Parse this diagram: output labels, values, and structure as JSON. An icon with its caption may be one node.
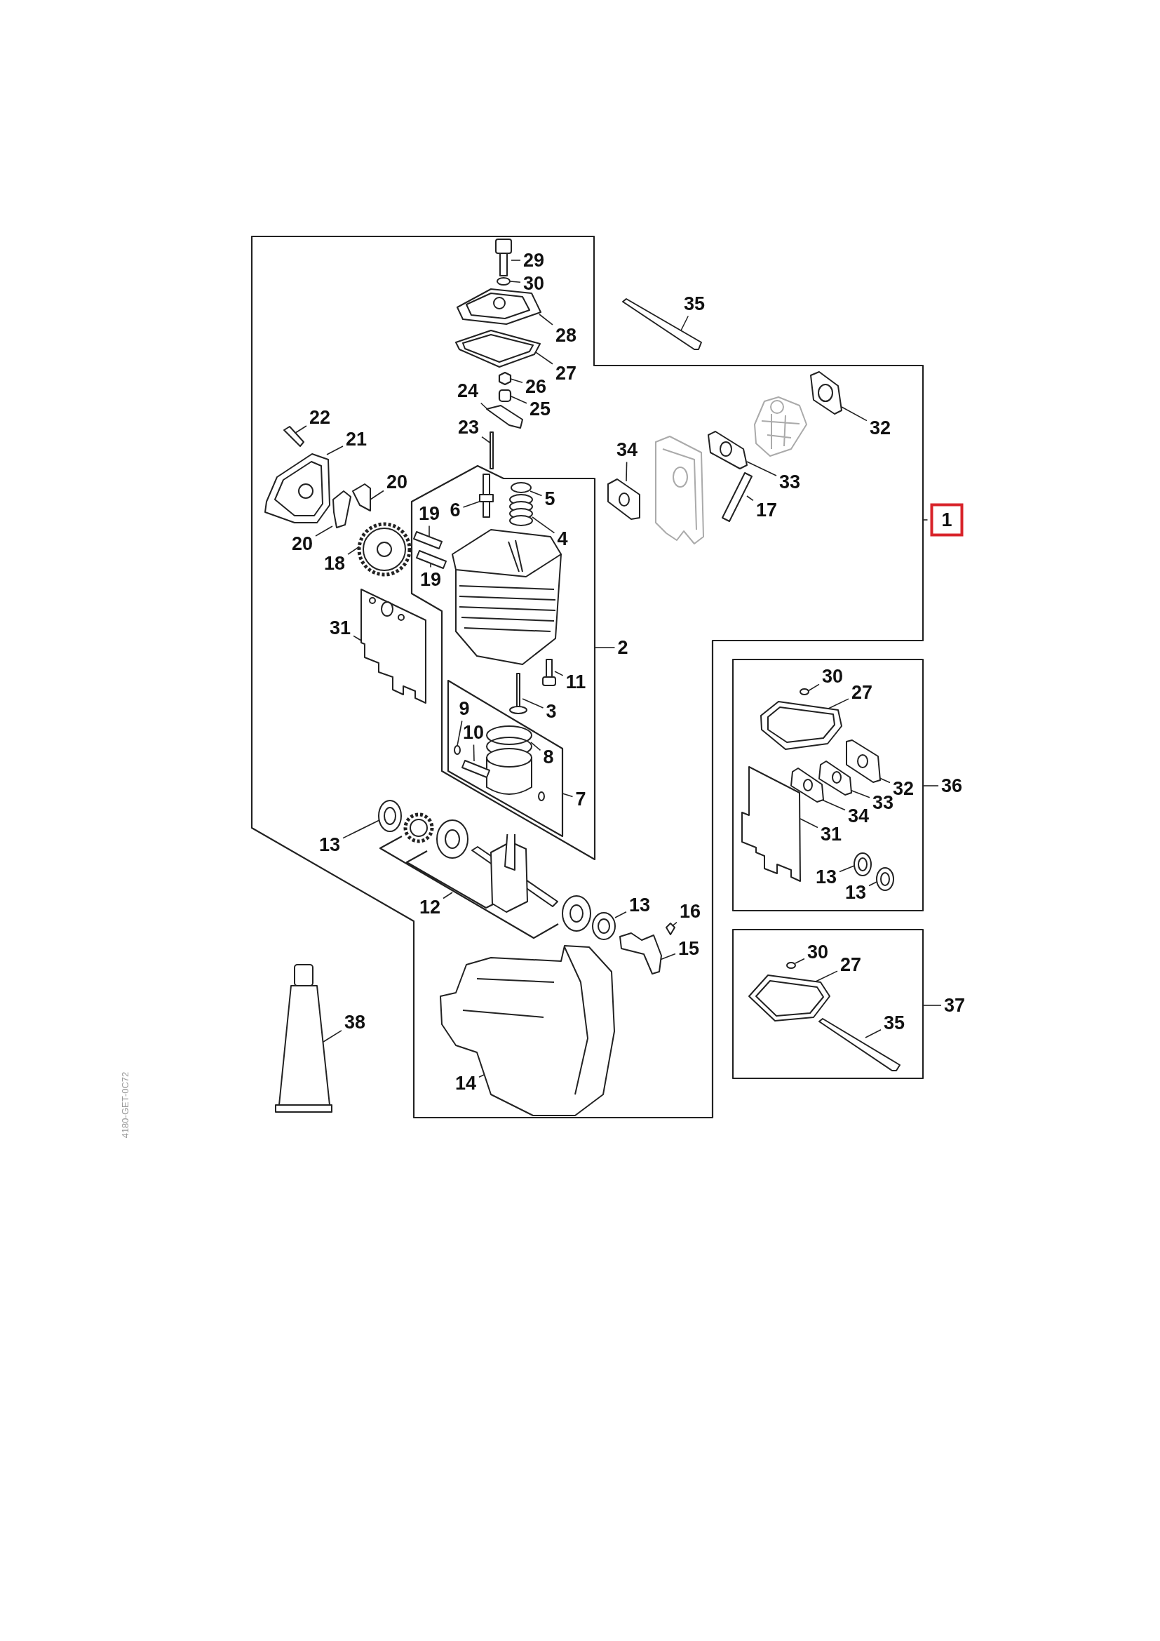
{
  "diagram": {
    "nodes": [
      {
        "text": [],
        "shape": "frame"
      },
      {
        "text": [],
        "shape": "frame",
        "in": 0
      },
      {
        "text": [],
        "shape": "frame",
        "in": 1
      },
      {
        "text": [],
        "shape": "bracket",
        "in": 0
      },
      {
        "text": [],
        "shape": "box"
      },
      {
        "text": [],
        "shape": "box"
      },
      {
        "text": [
          "29"
        ],
        "in": 0
      },
      {
        "text": [
          "30"
        ],
        "in": 0
      },
      {
        "text": [
          "35"
        ]
      },
      {
        "text": [
          "28"
        ],
        "in": 0
      },
      {
        "text": [
          "27"
        ],
        "in": 0
      },
      {
        "text": [
          "26"
        ],
        "in": 0
      },
      {
        "text": [
          "24"
        ],
        "in": 0
      },
      {
        "text": [
          "25"
        ],
        "in": 0
      },
      {
        "text": [
          "22"
        ],
        "in": 0
      },
      {
        "text": [
          "23"
        ],
        "in": 0
      },
      {
        "text": [
          "32"
        ],
        "in": 0
      },
      {
        "text": [
          "21"
        ],
        "in": 0
      },
      {
        "text": [
          "34"
        ],
        "in": 0
      },
      {
        "text": [
          "20"
        ],
        "in": 0
      },
      {
        "text": [
          "33"
        ],
        "in": 0
      },
      {
        "text": [
          "5"
        ],
        "in": 1
      },
      {
        "text": [
          "6"
        ],
        "in": 1
      },
      {
        "text": [
          "17"
        ],
        "in": 0
      },
      {
        "text": [
          "19"
        ],
        "in": 1
      },
      {
        "text": [
          "1"
        ]
      },
      {
        "text": [
          "4"
        ],
        "in": 1
      },
      {
        "text": [
          "20"
        ],
        "in": 0
      },
      {
        "text": [
          "18"
        ],
        "in": 0
      },
      {
        "text": [
          "19"
        ],
        "in": 1
      },
      {
        "text": [
          "31"
        ],
        "in": 0
      },
      {
        "text": [
          "2"
        ],
        "in": 0
      },
      {
        "text": [
          "30"
        ],
        "in": 4
      },
      {
        "text": [
          "11"
        ],
        "in": 1
      },
      {
        "text": [
          "27"
        ],
        "in": 4
      },
      {
        "text": [
          "9"
        ],
        "in": 2
      },
      {
        "text": [
          "3"
        ],
        "in": 1
      },
      {
        "text": [
          "10"
        ],
        "in": 2
      },
      {
        "text": [
          "8"
        ],
        "in": 2
      },
      {
        "text": [
          "36"
        ]
      },
      {
        "text": [
          "32"
        ],
        "in": 4
      },
      {
        "text": [
          "33"
        ],
        "in": 4
      },
      {
        "text": [
          "34"
        ],
        "in": 4
      },
      {
        "text": [
          "7"
        ],
        "in": 1
      },
      {
        "text": [
          "31"
        ],
        "in": 4
      },
      {
        "text": [
          "13"
        ],
        "in": 0
      },
      {
        "text": [
          "13"
        ],
        "in": 4
      },
      {
        "text": [
          "13"
        ],
        "in": 4
      },
      {
        "text": [
          "12"
        ],
        "in": 3
      },
      {
        "text": [
          "13"
        ],
        "in": 0
      },
      {
        "text": [
          "16"
        ],
        "in": 0
      },
      {
        "text": [
          "15"
        ],
        "in": 0
      },
      {
        "text": [
          "30"
        ],
        "in": 5
      },
      {
        "text": [
          "27"
        ],
        "in": 5
      },
      {
        "text": [
          "37"
        ]
      },
      {
        "text": [
          "38"
        ]
      },
      {
        "text": [
          "35"
        ],
        "in": 5
      },
      {
        "text": [
          "14"
        ],
        "in": 0
      },
      {
        "text": [],
        "shape": "picture",
        "in": 0
      },
      {
        "text": [],
        "shape": "circle",
        "in": 0
      },
      {
        "text": [],
        "shape": "picture"
      },
      {
        "text": [],
        "shape": "picture",
        "in": 0
      },
      {
        "text": [],
        "shape": "picture",
        "in": 0
      },
      {
        "text": [],
        "shape": "box",
        "in": 0
      },
      {
        "text": [],
        "shape": "box",
        "in": 0
      },
      {
        "text": [],
        "shape": "picture",
        "in": 0
      },
      {
        "text": [],
        "shape": "picture",
        "in": 0
      },
      {
        "text": [],
        "shape": "picture",
        "in": 0
      },
      {
        "text": [],
        "shape": "bar",
        "in": 0
      },
      {
        "text": [],
        "shape": "picture",
        "in": 0
      },
      {
        "text": [],
        "shape": "picture",
        "in": 0
      },
      {
        "text": [],
        "shape": "circle",
        "in": 1
      },
      {
        "text": [],
        "shape": "picture",
        "in": 1
      },
      {
        "text": [],
        "shape": "picture",
        "in": 0
      },
      {
        "text": [],
        "shape": "picture",
        "in": 0
      },
      {
        "text": [],
        "shape": "picture",
        "in": 0
      },
      {
        "text": [],
        "shape": "picture",
        "in": 1
      },
      {
        "text": [],
        "shape": "picture",
        "in": 0
      },
      {
        "text": [],
        "shape": "picture",
        "in": 1
      },
      {
        "text": [],
        "shape": "picture",
        "in": 0
      },
      {
        "text": [],
        "shape": "picture",
        "in": 1
      },
      {
        "text": [],
        "shape": "picture",
        "in": 0
      },
      {
        "text": [],
        "shape": "picture",
        "in": 1
      },
      {
        "text": [],
        "shape": "circle",
        "in": 4
      },
      {
        "text": [],
        "shape": "picture",
        "in": 4
      },
      {
        "text": [],
        "shape": "picture",
        "in": 1
      },
      {
        "text": [],
        "shape": "circle",
        "in": 2
      },
      {
        "text": [],
        "shape": "picture",
        "in": 2
      },
      {
        "text": [],
        "shape": "picture",
        "in": 2
      },
      {
        "text": [],
        "shape": "picture",
        "in": 4
      },
      {
        "text": [],
        "shape": "picture",
        "in": 4
      },
      {
        "text": [],
        "shape": "picture",
        "in": 4
      },
      {
        "text": [],
        "shape": "picture",
        "in": 4
      },
      {
        "text": [],
        "shape": "picture",
        "in": 0
      },
      {
        "text": [],
        "shape": "picture",
        "in": 4
      },
      {
        "text": [],
        "shape": "picture",
        "in": 4
      },
      {
        "text": [],
        "shape": "picture",
        "in": 0
      },
      {
        "text": [],
        "shape": "picture",
        "in": 0
      },
      {
        "text": [],
        "shape": "picture",
        "in": 0
      },
      {
        "text": [],
        "shape": "circle",
        "in": 5
      },
      {
        "text": [],
        "shape": "picture",
        "in": 5
      },
      {
        "text": [],
        "shape": "picture"
      },
      {
        "text": [],
        "shape": "picture",
        "in": 5
      },
      {
        "text": [],
        "shape": "picture",
        "in": 0
      },
      {
        "text": [],
        "shape": "picture",
        "in": 1
      },
      {
        "text": [],
        "shape": "picture",
        "in": 0
      },
      {
        "text": [],
        "shape": "picture",
        "in": 0
      },
      {
        "text": [],
        "shape": "picture",
        "in": 0
      },
      {
        "text": [],
        "shape": "picture",
        "in": 0
      },
      {
        "text": [],
        "shape": "picture",
        "in": 3
      },
      {
        "text": [],
        "shape": "picture",
        "in": 0
      }
    ],
    "edges": [
      {
        "from": 6,
        "to": 58,
        "arrow": "none"
      },
      {
        "from": 7,
        "to": 59,
        "arrow": "none"
      },
      {
        "from": 8,
        "to": 60,
        "arrow": "none"
      },
      {
        "from": 9,
        "to": 61,
        "arrow": "none"
      },
      {
        "from": 10,
        "to": 62,
        "arrow": "none"
      },
      {
        "from": 11,
        "to": 63,
        "arrow": "none"
      },
      {
        "from": 12,
        "to": 65,
        "arrow": "none"
      },
      {
        "from": 13,
        "to": 64,
        "arrow": "none"
      },
      {
        "from": 14,
        "to": 66,
        "arrow": "none"
      },
      {
        "from": 15,
        "to": 68,
        "arrow": "none"
      },
      {
        "from": 16,
        "to": 67,
        "arrow": "none"
      },
      {
        "from": 17,
        "to": 69,
        "arrow": "none"
      },
      {
        "from": 18,
        "to": 73,
        "arrow": "none"
      },
      {
        "from": 19,
        "to": 74,
        "arrow": "none"
      },
      {
        "from": 20,
        "to": 70,
        "arrow": "none"
      },
      {
        "from": 21,
        "to": 71,
        "arrow": "none"
      },
      {
        "from": 22,
        "to": 72,
        "arrow": "none"
      },
      {
        "from": 23,
        "to": 77,
        "arrow": "none"
      },
      {
        "from": 24,
        "to": 78,
        "arrow": "none"
      },
      {
        "from": 25,
        "to": 0,
        "arrow": "none"
      },
      {
        "from": 26,
        "to": 76,
        "arrow": "none"
      },
      {
        "from": 27,
        "to": 75,
        "arrow": "none"
      },
      {
        "from": 28,
        "to": 79,
        "arrow": "none"
      },
      {
        "from": 29,
        "to": 80,
        "arrow": "none"
      },
      {
        "from": 30,
        "to": 81,
        "arrow": "none"
      },
      {
        "from": 31,
        "to": 1,
        "arrow": "none"
      },
      {
        "from": 32,
        "to": 83,
        "arrow": "none"
      },
      {
        "from": 33,
        "to": 82,
        "arrow": "none"
      },
      {
        "from": 34,
        "to": 84,
        "arrow": "none"
      },
      {
        "from": 35,
        "to": 86,
        "arrow": "none"
      },
      {
        "from": 36,
        "to": 85,
        "arrow": "none"
      },
      {
        "from": 37,
        "to": 88,
        "arrow": "none"
      },
      {
        "from": 38,
        "to": 87,
        "arrow": "none"
      },
      {
        "from": 39,
        "to": 4,
        "arrow": "none"
      },
      {
        "from": 40,
        "to": 89,
        "arrow": "none"
      },
      {
        "from": 41,
        "to": 90,
        "arrow": "none"
      },
      {
        "from": 42,
        "to": 91,
        "arrow": "none"
      },
      {
        "from": 43,
        "to": 2,
        "arrow": "none"
      },
      {
        "from": 44,
        "to": 92,
        "arrow": "none"
      },
      {
        "from": 45,
        "to": 93,
        "arrow": "none"
      },
      {
        "from": 46,
        "to": 94,
        "arrow": "none"
      },
      {
        "from": 47,
        "to": 95,
        "arrow": "none"
      },
      {
        "from": 48,
        "to": 3,
        "arrow": "none"
      },
      {
        "from": 49,
        "to": 96,
        "arrow": "none"
      },
      {
        "from": 50,
        "to": 97,
        "arrow": "none"
      },
      {
        "from": 51,
        "to": 98,
        "arrow": "none"
      },
      {
        "from": 52,
        "to": 99,
        "arrow": "none"
      },
      {
        "from": 53,
        "to": 100,
        "arrow": "none"
      },
      {
        "from": 54,
        "to": 5,
        "arrow": "none"
      },
      {
        "from": 55,
        "to": 101,
        "arrow": "none"
      },
      {
        "from": 56,
        "to": 102,
        "arrow": "none"
      },
      {
        "from": 57,
        "to": 103,
        "arrow": "none"
      }
    ],
    "labels": [
      "4180-GET-0C72"
    ]
  }
}
